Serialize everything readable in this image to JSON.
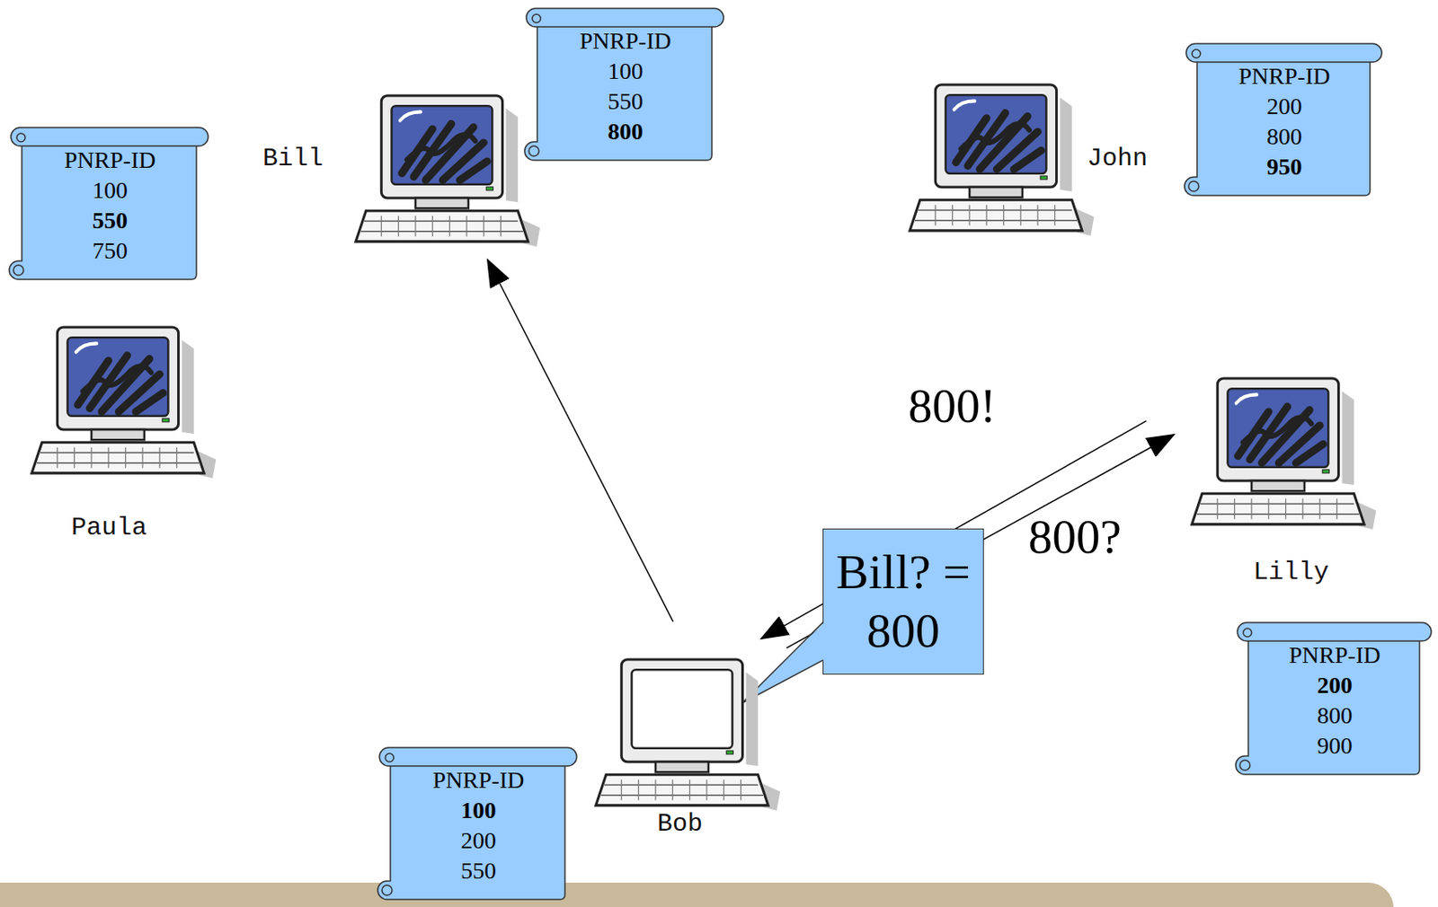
{
  "diagram": {
    "nodes": [
      {
        "text": [
          "PNRP-ID",
          "100",
          "550",
          "800"
        ]
      },
      {
        "text": [
          "PNRP-ID",
          "200",
          "800",
          "950"
        ]
      },
      {
        "text": [
          "John"
        ]
      },
      {
        "text": [
          "Bill"
        ]
      },
      {
        "text": [
          "PNRP-ID",
          "100",
          "550",
          "750"
        ]
      },
      {
        "text": [
          "Paula"
        ]
      },
      {
        "text": [
          "Lilly"
        ]
      },
      {
        "text": [
          "Bill? = 800"
        ]
      },
      {
        "text": [
          "PNRP-ID",
          "200",
          "800",
          "900"
        ]
      },
      {
        "text": [
          "Bob"
        ]
      },
      {
        "text": [
          "PNRP-ID",
          "100",
          "200",
          "550"
        ]
      }
    ],
    "edges": [
      {
        "from": 9,
        "to": 3,
        "arrow": "to"
      },
      {
        "from": 9,
        "to": 6,
        "label": "800?",
        "arrow": "to"
      },
      {
        "from": 6,
        "to": 9,
        "label": "800!",
        "arrow": "to"
      }
    ]
  }
}
